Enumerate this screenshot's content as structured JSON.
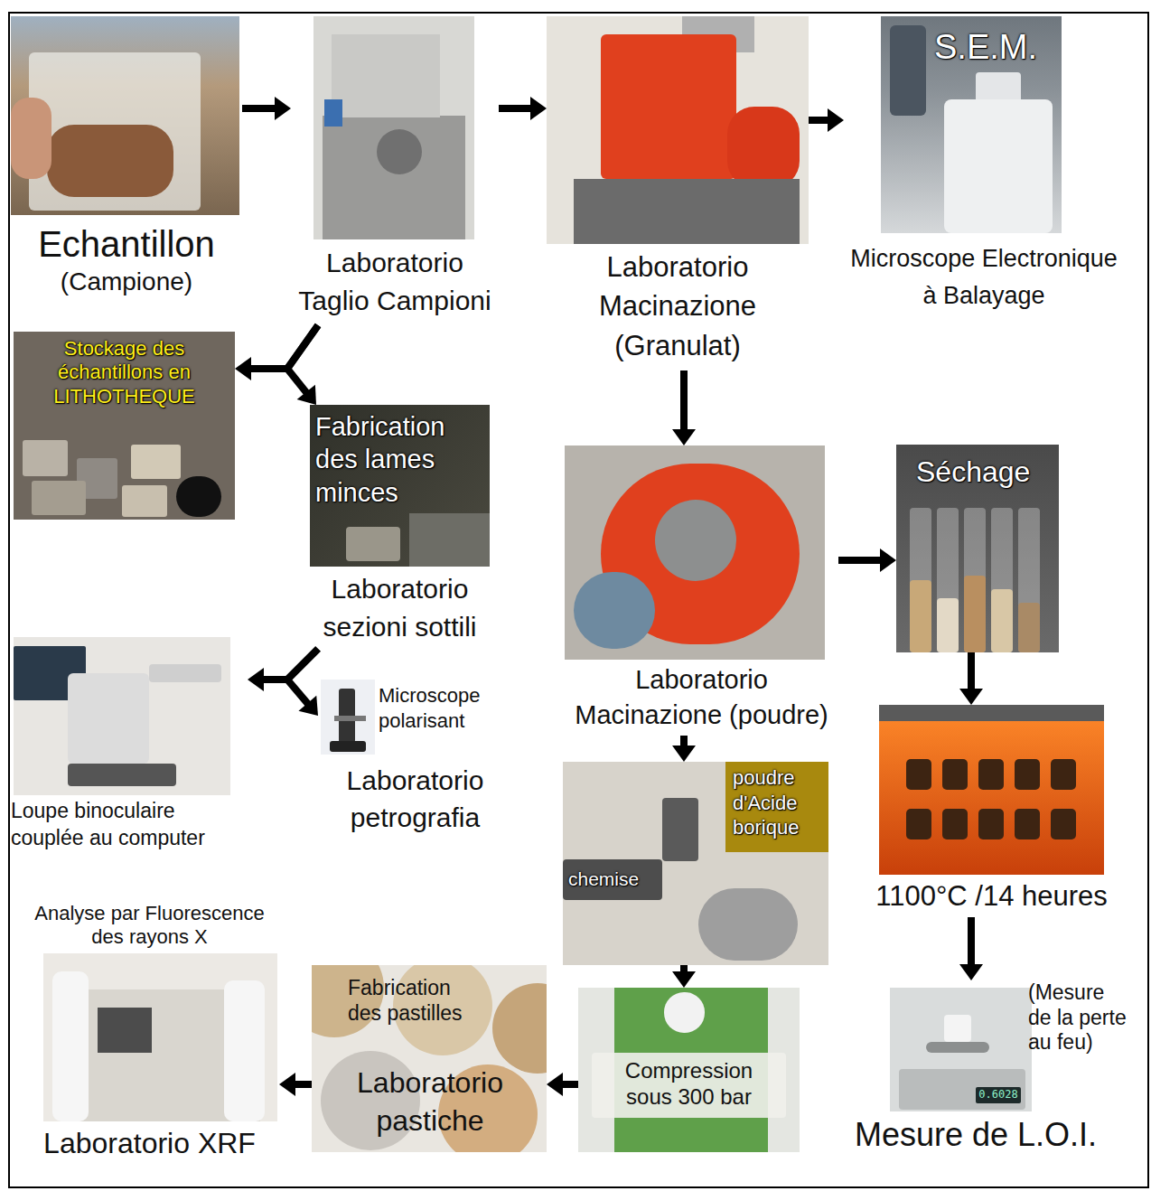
{
  "diagram": {
    "nodes": [
      {
        "text": [
          "Echantillon",
          "(Campione)"
        ]
      },
      {
        "text": [
          "Laboratorio Taglio Campioni"
        ]
      },
      {
        "text": [
          "Laboratorio Macinazione (Granulat)"
        ]
      },
      {
        "text": [
          "S.E.M.",
          "Microscope Electronique à Balayage"
        ]
      },
      {
        "text": [
          "Stockage des échantillons en LITHOTHEQUE"
        ]
      },
      {
        "text": [
          "Fabrication des lames minces",
          "Laboratorio sezioni sottili"
        ]
      },
      {
        "text": [
          "Laboratorio Macinazione (poudre)"
        ]
      },
      {
        "text": [
          "Séchage"
        ]
      },
      {
        "text": [
          "Loupe binoculaire couplée au computer"
        ]
      },
      {
        "text": [
          "Microscope polarisant",
          "Laboratorio petrografia"
        ]
      },
      {
        "text": [
          "poudre d'Acide borique",
          "chemise"
        ]
      },
      {
        "text": [
          "1100°C /14 heures"
        ]
      },
      {
        "text": [
          "Analyse par Fluorescence des rayons X",
          "Laboratorio XRF"
        ]
      },
      {
        "text": [
          "Fabrication des pastilles",
          "Laboratorio pastiche"
        ]
      },
      {
        "text": [
          "Compression sous 300 bar"
        ]
      },
      {
        "text": [
          "(Mesure de la perte au feu)",
          "Mesure de L.O.I."
        ]
      }
    ],
    "edges": [
      {
        "from": 0,
        "to": 1,
        "arrow": "to"
      },
      {
        "from": 1,
        "to": 2,
        "arrow": "to"
      },
      {
        "from": 2,
        "to": 3,
        "arrow": "to"
      },
      {
        "from": 1,
        "to": 4,
        "arrow": "to"
      },
      {
        "from": 1,
        "to": 5,
        "arrow": "to"
      },
      {
        "from": 2,
        "to": 6,
        "arrow": "to"
      },
      {
        "from": 6,
        "to": 7,
        "arrow": "to"
      },
      {
        "from": 7,
        "to": 11,
        "arrow": "to"
      },
      {
        "from": 11,
        "to": 15,
        "arrow": "to"
      },
      {
        "from": 5,
        "to": 8,
        "arrow": "to"
      },
      {
        "from": 5,
        "to": 9,
        "arrow": "to"
      },
      {
        "from": 6,
        "to": 10,
        "arrow": "to"
      },
      {
        "from": 10,
        "to": 14,
        "arrow": "to"
      },
      {
        "from": 14,
        "to": 13,
        "arrow": "to"
      },
      {
        "from": 13,
        "to": 12,
        "arrow": "to"
      }
    ],
    "labels": [
      "0.6028"
    ]
  }
}
